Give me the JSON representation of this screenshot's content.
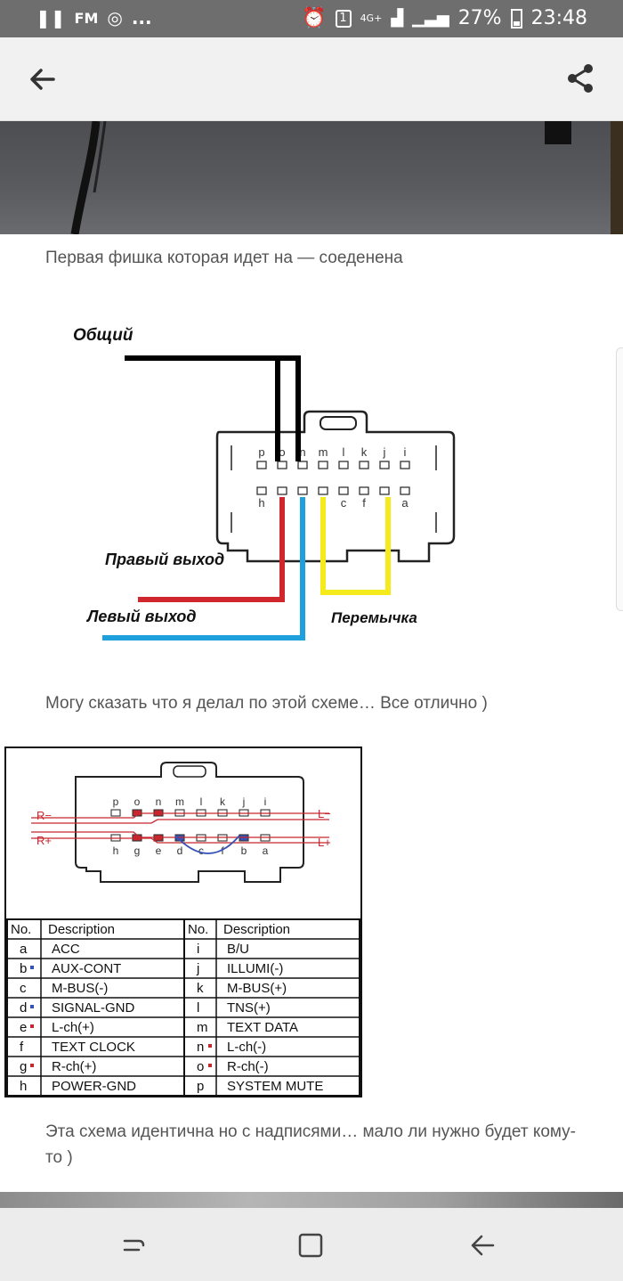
{
  "status_bar": {
    "left_icons": [
      "pause-icon",
      "fm-icon",
      "instagram-icon"
    ],
    "more": "...",
    "sim_badge": "1",
    "network": "4G+",
    "battery": "27%",
    "time": "23:48"
  },
  "app_bar": {
    "back_icon": "arrow-left-icon",
    "share_icon": "share-icon"
  },
  "captions": {
    "first": "Первая фишка которая идет на — соеденена",
    "second": "Могу сказать что я делал по этой схеме… Все отлично )",
    "third": "Эта схема идентична но с надписями… мало ли нужно будет кому-то )"
  },
  "diagram1": {
    "label_common": "Общий",
    "label_right": "Правый  выход",
    "label_left": "Левый выход",
    "label_jumper": "Перемычка",
    "top_pins": [
      "p",
      "o",
      "n",
      "m",
      "l",
      "k",
      "j",
      "i"
    ],
    "bottom_pins": [
      "h",
      "",
      "",
      "",
      "c",
      "f",
      "",
      "a"
    ],
    "colors": {
      "common": "#000000",
      "right": "#d0262e",
      "left": "#1ea0dc",
      "jumper": "#f5ea1c"
    }
  },
  "diagram2": {
    "top_pins": [
      "p",
      "o",
      "n",
      "m",
      "l",
      "k",
      "j",
      "i"
    ],
    "bottom_pins": [
      "h",
      "g",
      "e",
      "d",
      "c",
      "f",
      "b",
      "a"
    ],
    "labels": {
      "r_minus": "R−",
      "r_plus": "R+",
      "l_minus": "L−",
      "l_plus": "L+"
    },
    "table": {
      "headers": [
        "No.",
        "Description",
        "No.",
        "Description"
      ],
      "left_rows": [
        [
          "a",
          "ACC"
        ],
        [
          "b",
          "AUX-CONT"
        ],
        [
          "c",
          "M-BUS(-)"
        ],
        [
          "d",
          "SIGNAL-GND"
        ],
        [
          "e",
          "L-ch(+)"
        ],
        [
          "f",
          "TEXT CLOCK"
        ],
        [
          "g",
          "R-ch(+)"
        ],
        [
          "h",
          "POWER-GND"
        ]
      ],
      "right_rows": [
        [
          "i",
          "B/U"
        ],
        [
          "j",
          "ILLUMI(-)"
        ],
        [
          "k",
          "M-BUS(+)"
        ],
        [
          "l",
          "TNS(+)"
        ],
        [
          "m",
          "TEXT DATA"
        ],
        [
          "n",
          "L-ch(-)"
        ],
        [
          "o",
          "R-ch(-)"
        ],
        [
          "p",
          "SYSTEM MUTE"
        ]
      ]
    }
  },
  "nav_bar": {
    "buttons": [
      "recent-apps-icon",
      "home-icon",
      "back-icon"
    ]
  }
}
